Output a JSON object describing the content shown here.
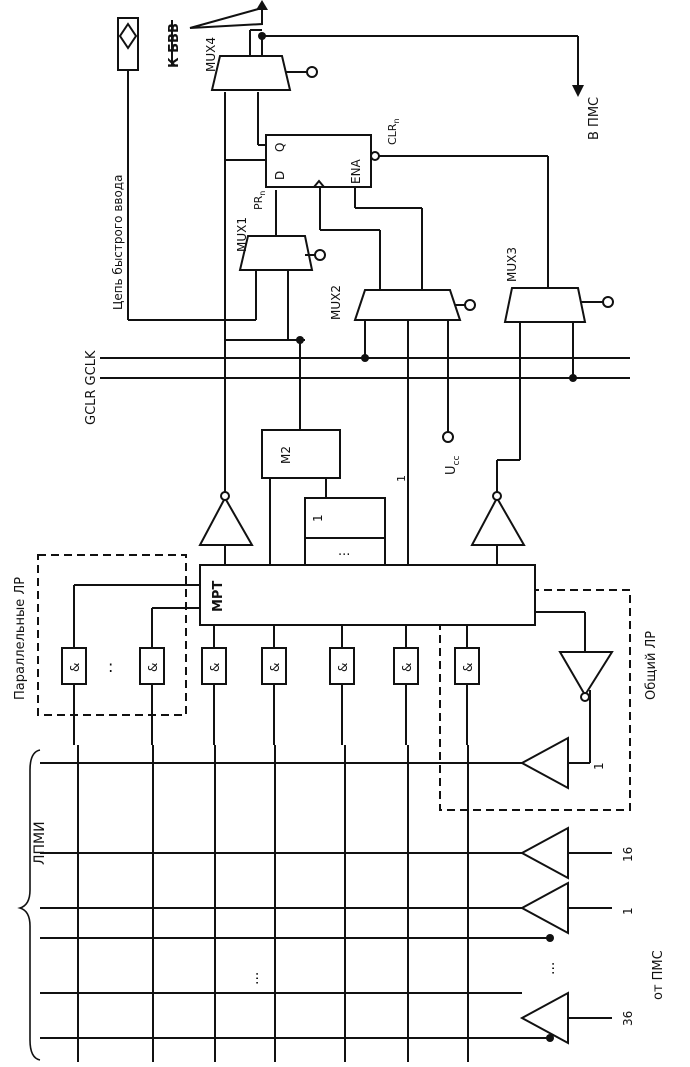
{
  "labels": {
    "lpmi": "ЛПМИ",
    "parallel_lr": "Параллельные ЛР",
    "common_lr": "Общий ЛР",
    "mpt": "MPT",
    "m2": "M2",
    "one_box": "1",
    "ellipsis_box": "...",
    "and_sym": "&",
    "and_dots": ":",
    "fast_input_chain": "Цепь быстрого ввода",
    "k_bvv": "К БВВ",
    "v_pms": "В ПМС",
    "gclr_gclk": "GCLR GCLK",
    "ucc": "U",
    "ucc_sub": "cc",
    "from_pms": "от ПМС",
    "num_1_common": "1",
    "num_16": "16",
    "num_1": "1",
    "num_36": "36",
    "num_1_mid": "1",
    "mux1": "MUX1",
    "mux2": "MUX2",
    "mux3": "MUX3",
    "mux4": "MUX4",
    "pin_d": "D",
    "pin_q": "Q",
    "pin_ena": "ENA",
    "pr": "PR",
    "pr_sub": "n",
    "clr": "CLR",
    "clr_sub": "n",
    "dots_h": "...",
    "dots_h2": "..."
  }
}
